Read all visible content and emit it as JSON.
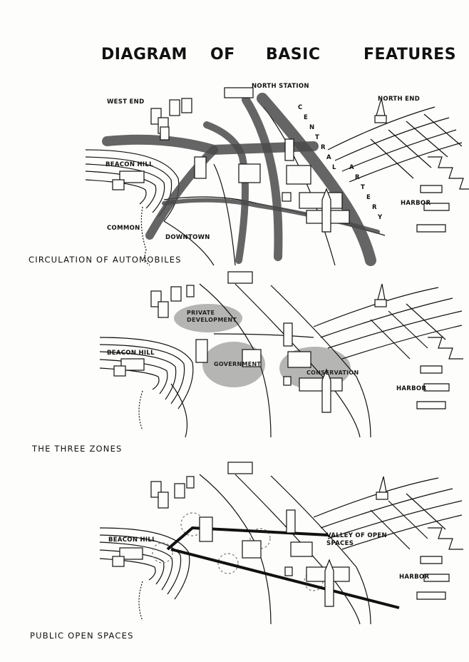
{
  "title": {
    "w1": "DIAGRAM",
    "w2": "OF",
    "w3": "BASIC",
    "w4": "FEATURES"
  },
  "panel1": {
    "labels": {
      "north_station": "NORTH STATION",
      "west_end": "WEST END",
      "north_end": "NORTH END",
      "beacon_hill": "BEACON HILL",
      "harbor": "HARBOR",
      "common": "COMMON",
      "downtown": "DOWNTOWN"
    },
    "central_artery_letters": [
      "C",
      "E",
      "N",
      "T",
      "R",
      "A",
      "L",
      "A",
      "R",
      "T",
      "E",
      "R",
      "Y"
    ],
    "caption": "CIRCULATION OF AUTOMOBILES"
  },
  "panel2": {
    "labels": {
      "private_development": "PRIVATE DEVELOPMENT",
      "beacon_hill": "BEACON HILL",
      "government": "GOVERNMENT",
      "conservation": "CONSERVATION",
      "harbor": "HARBOR"
    },
    "caption": "THE THREE ZONES"
  },
  "panel3": {
    "labels": {
      "beacon_hill": "BEACON HILL",
      "valley": "VALLEY OF OPEN SPACES",
      "harbor": "HARBOR"
    },
    "caption": "PUBLIC OPEN SPACES"
  },
  "colors": {
    "ink": "#111111",
    "road_shade": "#4a4a4a",
    "zone_shade": "#7a7a7a",
    "paper": "#fdfdfb"
  }
}
